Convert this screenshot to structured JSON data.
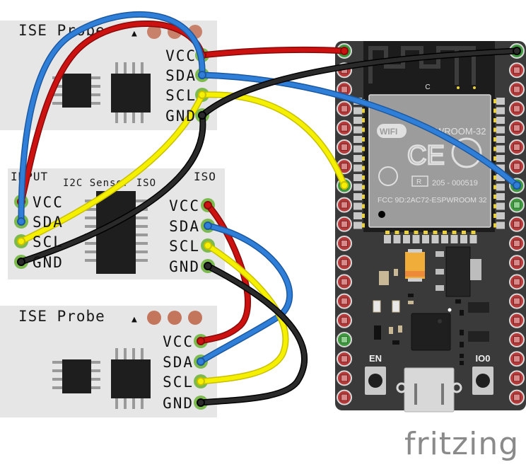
{
  "modules": [
    {
      "id": "top",
      "title": "ISE Probe",
      "title_marker": "▲",
      "pins": [
        "VCC",
        "SDA",
        "SCL",
        "GND"
      ]
    },
    {
      "id": "iso",
      "left_header": "INPUT",
      "center_label": "I2C Sensor ISO",
      "right_header": "ISO",
      "left_pins": [
        "VCC",
        "SDA",
        "SCL",
        "GND"
      ],
      "right_pins": [
        "VCC",
        "SDA",
        "SCL",
        "GND"
      ]
    },
    {
      "id": "bottom",
      "title": "ISE Probe",
      "title_marker": "▲",
      "pins": [
        "VCC",
        "SDA",
        "SCL",
        "GND"
      ]
    }
  ],
  "esp32": {
    "module_name": "WROOM-32",
    "antenna_label": "C",
    "cert_number": "205 - 000519",
    "fcc_id": "FCC 9D:2AC72-ESPWROOM 32",
    "wifi_logo": "WiFi",
    "registered_mark": "R",
    "buttons": [
      "EN",
      "IO0"
    ]
  },
  "wires": [
    {
      "color": "red",
      "signal": "VCC"
    },
    {
      "color": "blue",
      "signal": "SDA"
    },
    {
      "color": "yellow",
      "signal": "SCL"
    },
    {
      "color": "black",
      "signal": "GND"
    }
  ],
  "colors": {
    "vcc": "#cc1111",
    "sda": "#2f7fd8",
    "scl": "#f5ef00",
    "gnd": "#2a2a2a",
    "board": "#e6e6e6",
    "pcb": "#3a3a3a",
    "pin_green": "#7cba4f",
    "pin_red": "#c23a3a"
  },
  "watermark": "fritzing"
}
